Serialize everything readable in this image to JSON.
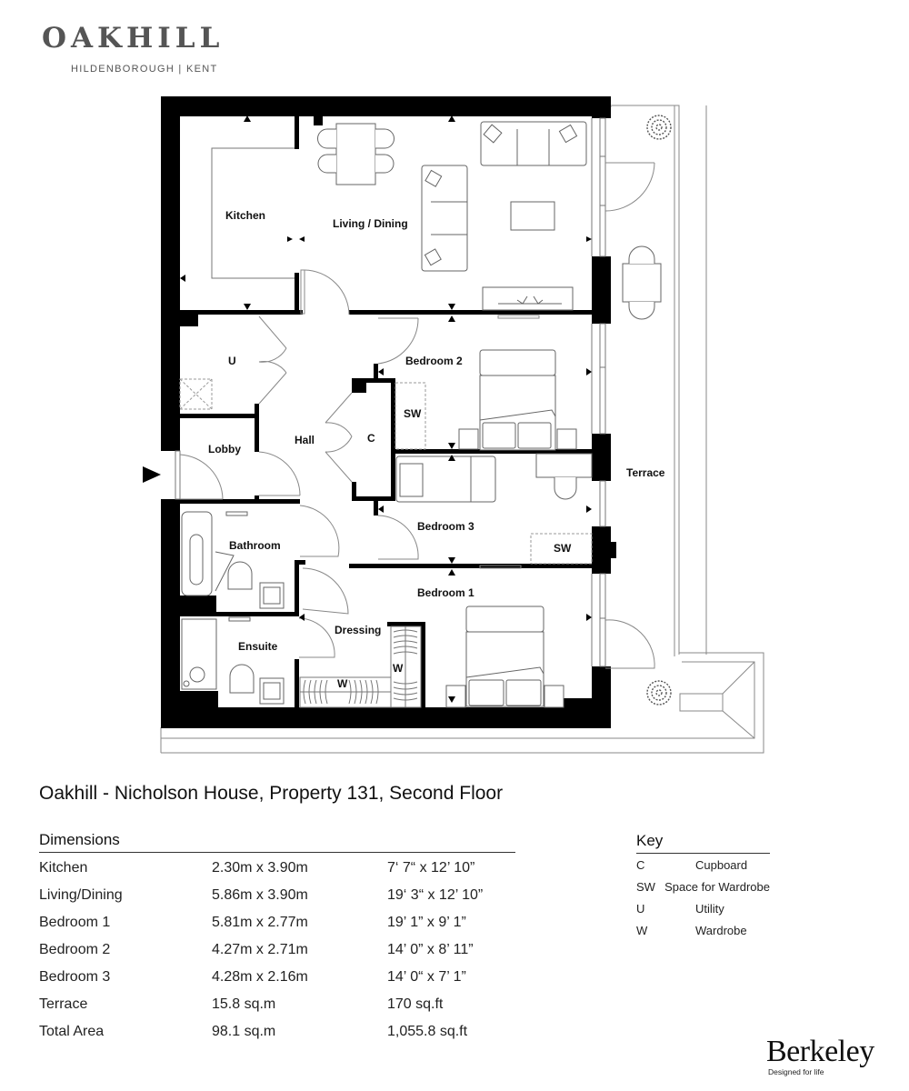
{
  "brand": {
    "name": "OAKHILL",
    "location": "HILDENBOROUGH | KENT"
  },
  "floorplan": {
    "rooms": {
      "kitchen": "Kitchen",
      "living_dining": "Living / Dining",
      "utility": "U",
      "bedroom2": "Bedroom 2",
      "sw_bedroom2": "SW",
      "hall": "Hall",
      "cupboard": "C",
      "lobby": "Lobby",
      "terrace": "Terrace",
      "bedroom3": "Bedroom 3",
      "sw_bedroom3": "SW",
      "bathroom": "Bathroom",
      "bedroom1": "Bedroom 1",
      "dressing": "Dressing",
      "ensuite": "Ensuite",
      "wardrobe_h": "W",
      "wardrobe_v": "W"
    },
    "entrance_icon": "entrance-arrow-icon",
    "colors": {
      "wall": "#000000",
      "line": "#777777",
      "furniture": "#666666"
    }
  },
  "title": "Oakhill - Nicholson House, Property 131, Second Floor",
  "dimensions": {
    "heading": "Dimensions",
    "rows": [
      {
        "room": "Kitchen",
        "metric": "2.30m x 3.90m",
        "imperial": "7‘ 7“ x 12’ 10”"
      },
      {
        "room": "Living/Dining",
        "metric": "5.86m x 3.90m",
        "imperial": "19‘ 3“ x 12’ 10”"
      },
      {
        "room": "Bedroom 1",
        "metric": "5.81m x 2.77m",
        "imperial": "19’ 1” x 9’ 1”"
      },
      {
        "room": "Bedroom 2",
        "metric": "4.27m x 2.71m",
        "imperial": "14’ 0” x 8’ 11”"
      },
      {
        "room": "Bedroom 3",
        "metric": "4.28m x 2.16m",
        "imperial": "14’ 0“ x 7’ 1”"
      },
      {
        "room": "Terrace",
        "metric": "15.8 sq.m",
        "imperial": "170 sq.ft"
      },
      {
        "room": "Total Area",
        "metric": "98.1 sq.m",
        "imperial": "1,055.8 sq.ft"
      }
    ]
  },
  "key": {
    "heading": "Key",
    "items": [
      {
        "code": "C",
        "meaning": "Cupboard"
      },
      {
        "code": "SW",
        "meaning": "Space for Wardrobe"
      },
      {
        "code": "U",
        "meaning": "Utility"
      },
      {
        "code": "W",
        "meaning": "Wardrobe"
      }
    ]
  },
  "developer": {
    "name": "Berkeley",
    "tagline": "Designed for life"
  }
}
